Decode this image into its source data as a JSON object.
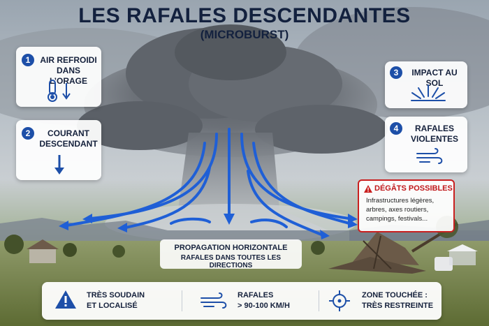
{
  "header": {
    "title": "LES RAFALES DESCENDANTES",
    "subtitle": "(MICROBURST)"
  },
  "steps": [
    {
      "number": "1",
      "line1": "AIR REFROIDI",
      "line2": "DANS L’ORAGE",
      "icon": "thermometer-down-icon"
    },
    {
      "number": "2",
      "line1": "COURANT",
      "line2": "DESCENDANT",
      "icon": "arrow-down-icon"
    },
    {
      "number": "3",
      "line1": "IMPACT AU SOL",
      "line2": "",
      "icon": "impact-rays-icon"
    },
    {
      "number": "4",
      "line1": "RAFALES",
      "line2": "VIOLENTES",
      "icon": "wind-icon"
    }
  ],
  "damage": {
    "title": "DÉGÂTS POSSIBLES",
    "line1": "Infrastructures légères,",
    "line2": "arbres, axes routiers,",
    "line3": "campings, festivals..."
  },
  "propagation": {
    "line1": "PROPAGATION HORIZONTALE",
    "line2": "RAFALES DANS TOUTES LES DIRECTIONS"
  },
  "footer": {
    "item1_line1": "TRÈS SOUDAIN",
    "item1_line2": "ET LOCALISÉ",
    "item2_line1": "RAFALES",
    "item2_line2": "> 90-100 KM/H",
    "item3_line1": "ZONE TOUCHÉE :",
    "item3_line2": "TRÈS RESTREINTE"
  },
  "colors": {
    "accent": "#1d4fa8",
    "alert": "#c91f1f",
    "title": "#13213e"
  }
}
